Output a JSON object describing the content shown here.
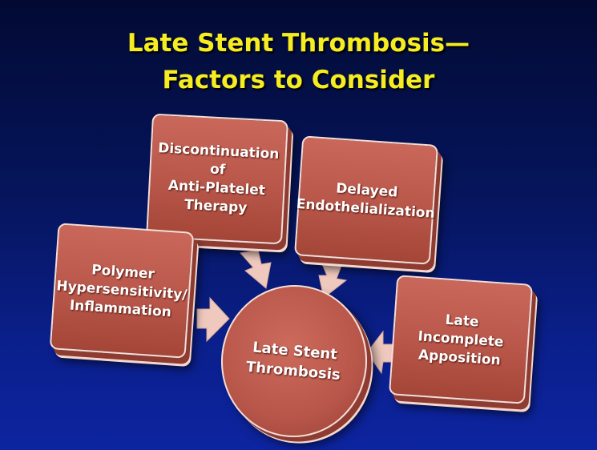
{
  "slide": {
    "title_line1": "Late Stent Thrombosis—",
    "title_line2": "Factors to Consider"
  },
  "factors": [
    {
      "lines": [
        "Discontinuation",
        "of",
        "Anti-Platelet",
        "Therapy"
      ]
    },
    {
      "lines": [
        "Delayed",
        "Endothelialization"
      ]
    },
    {
      "lines": [
        "Polymer",
        "Hypersensitivity/",
        "Inflammation"
      ]
    },
    {
      "lines": [
        "Late Incomplete",
        "Apposition"
      ]
    }
  ],
  "center": {
    "lines": [
      "Late Stent",
      "Thrombosis"
    ]
  },
  "colors": {
    "background": "#06155e",
    "title": "#f5ec21",
    "node_fill": "#b8564a",
    "node_border": "#f6ded6",
    "arrow": "#efc9bd"
  }
}
